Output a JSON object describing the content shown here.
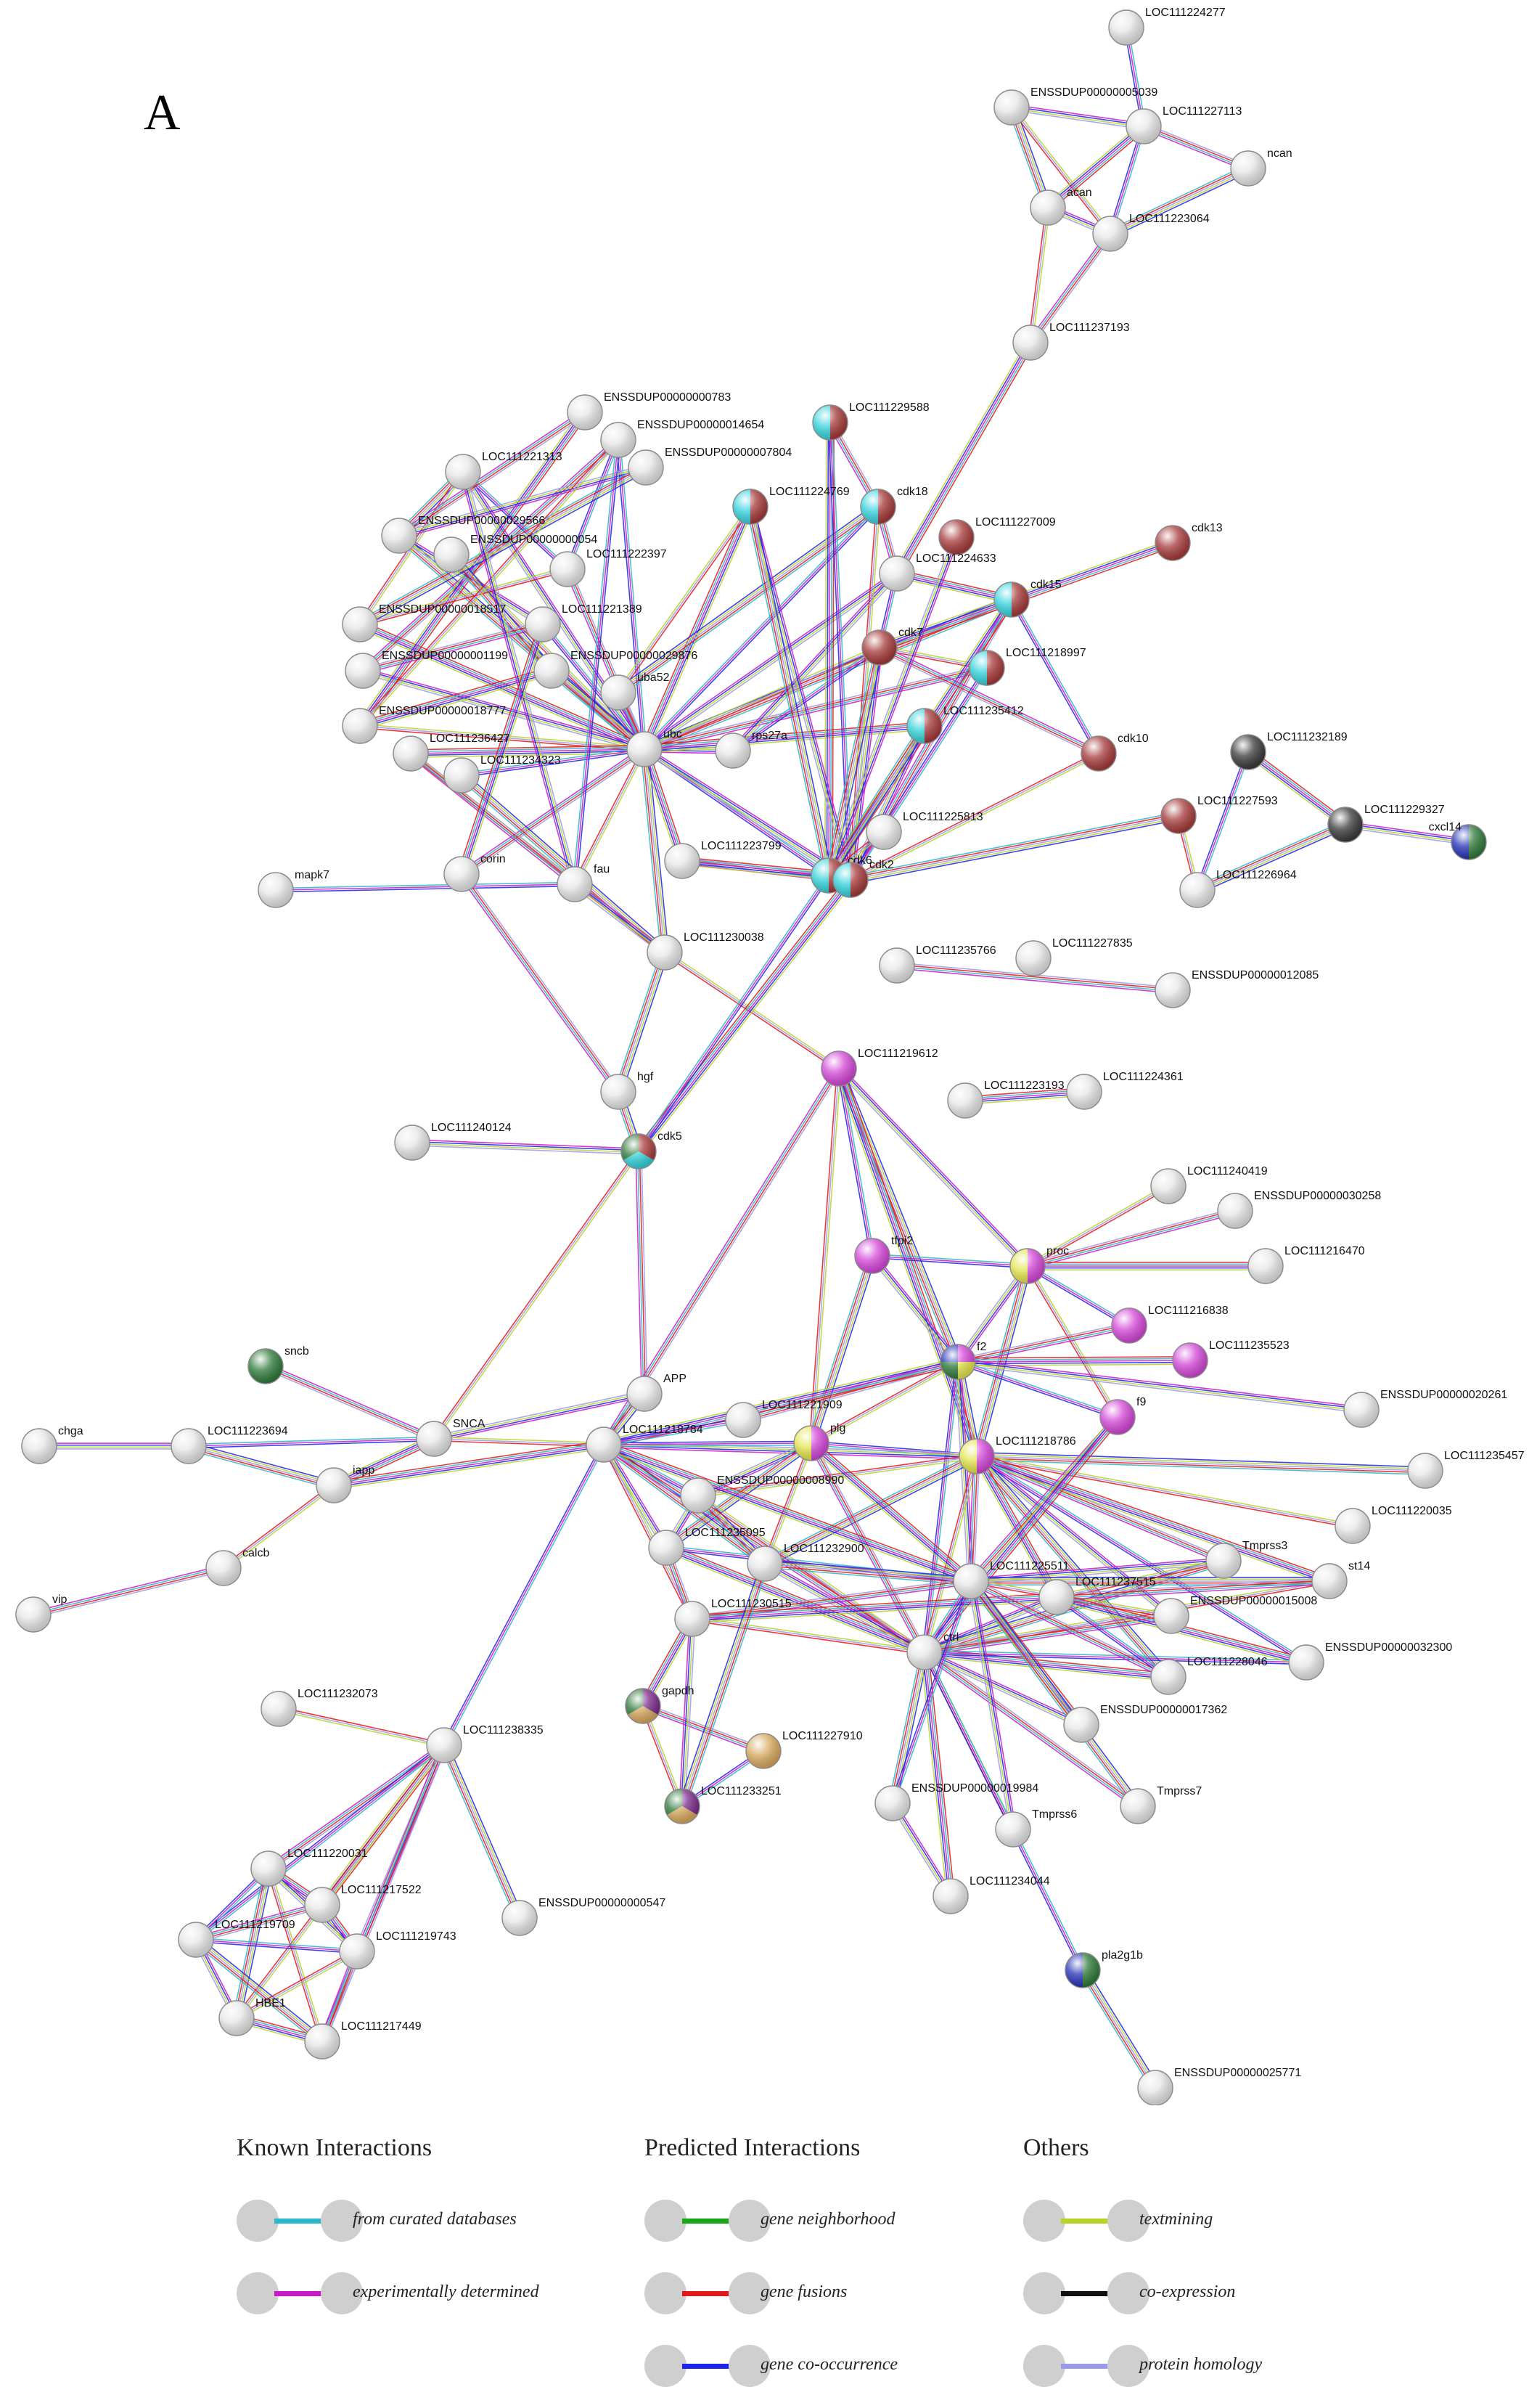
{
  "panel_label": "A",
  "colors": {
    "curated": "#2bb7c9",
    "experimental": "#c819c8",
    "neighborhood": "#18a518",
    "fusion": "#e3161a",
    "cooccurrence": "#1e22ea",
    "textmining": "#b8d22a",
    "coexpression": "#111111",
    "homology": "#9a9ae6",
    "node_default": "#e6e6e6",
    "node_red": "#a63a3a",
    "node_cyan": "#35d3dc",
    "node_magenta": "#d447d8",
    "node_yellow": "#e3e54d",
    "node_green": "#2f7a3a",
    "node_dark": "#3a3a3a",
    "node_blue": "#2632b8",
    "node_tan": "#d9a95e",
    "node_purple": "#7a2a8a"
  },
  "nodes": [
    {
      "id": "LOC111224277",
      "label": "LOC111224277"
    },
    {
      "id": "ENSSDUP00000005039",
      "label": "ENSSDUP00000005039"
    },
    {
      "id": "LOC111227113",
      "label": "LOC111227113"
    },
    {
      "id": "ncan",
      "label": "ncan"
    },
    {
      "id": "acan",
      "label": "acan"
    },
    {
      "id": "LOC111223064",
      "label": "LOC111223064"
    },
    {
      "id": "LOC111237193",
      "label": "LOC111237193"
    },
    {
      "id": "ENSSDUP00000000783",
      "label": "ENSSDUP00000000783"
    },
    {
      "id": "ENSSDUP00000014654",
      "label": "ENSSDUP00000014654"
    },
    {
      "id": "ENSSDUP00000007804",
      "label": "ENSSDUP00000007804"
    },
    {
      "id": "LOC111221313",
      "label": "LOC111221313"
    },
    {
      "id": "ENSSDUP00000029566",
      "label": "ENSSDUP00000029566"
    },
    {
      "id": "ENSSDUP00000000054",
      "label": "ENSSDUP00000000054"
    },
    {
      "id": "LOC111222397",
      "label": "LOC111222397"
    },
    {
      "id": "ENSSDUP00000018517",
      "label": "ENSSDUP00000018517"
    },
    {
      "id": "LOC111221389",
      "label": "LOC111221389"
    },
    {
      "id": "ENSSDUP00000001199",
      "label": "ENSSDUP00000001199"
    },
    {
      "id": "ENSSDUP00000029876",
      "label": "ENSSDUP00000029876"
    },
    {
      "id": "ENSSDUP00000018777",
      "label": "ENSSDUP00000018777"
    },
    {
      "id": "uba52",
      "label": "uba52"
    },
    {
      "id": "ubc",
      "label": "ubc"
    },
    {
      "id": "LOC111236427",
      "label": "LOC111236427"
    },
    {
      "id": "LOC111234323",
      "label": "LOC111234323"
    },
    {
      "id": "rps27a",
      "label": "rps27a"
    },
    {
      "id": "LOC111229588",
      "label": "LOC111229588"
    },
    {
      "id": "LOC111224769",
      "label": "LOC111224769"
    },
    {
      "id": "cdk18",
      "label": "cdk18"
    },
    {
      "id": "LOC111227009",
      "label": "LOC111227009"
    },
    {
      "id": "LOC111224633",
      "label": "LOC111224633"
    },
    {
      "id": "cdk13",
      "label": "cdk13"
    },
    {
      "id": "cdk15",
      "label": "cdk15"
    },
    {
      "id": "cdk7",
      "label": "cdk7"
    },
    {
      "id": "LOC111218997",
      "label": "LOC111218997"
    },
    {
      "id": "LOC111235412",
      "label": "LOC111235412"
    },
    {
      "id": "cdk10",
      "label": "cdk10"
    },
    {
      "id": "LOC111232189",
      "label": "LOC111232189"
    },
    {
      "id": "LOC111227593",
      "label": "LOC111227593"
    },
    {
      "id": "LOC111229327",
      "label": "LOC111229327"
    },
    {
      "id": "cxcl14",
      "label": "cxcl14"
    },
    {
      "id": "LOC111226964",
      "label": "LOC111226964"
    },
    {
      "id": "LOC111225813",
      "label": "LOC111225813"
    },
    {
      "id": "LOC111223799",
      "label": "LOC111223799"
    },
    {
      "id": "cdk6",
      "label": "cdk6"
    },
    {
      "id": "cdk2",
      "label": "cdk2"
    },
    {
      "id": "mapk7",
      "label": "mapk7"
    },
    {
      "id": "corin",
      "label": "corin"
    },
    {
      "id": "fau",
      "label": "fau"
    },
    {
      "id": "LOC111230038",
      "label": "LOC111230038"
    },
    {
      "id": "LOC111235766",
      "label": "LOC111235766"
    },
    {
      "id": "LOC111227835",
      "label": "LOC111227835"
    },
    {
      "id": "ENSSDUP00000012085",
      "label": "ENSSDUP00000012085"
    },
    {
      "id": "LOC111219612",
      "label": "LOC111219612"
    },
    {
      "id": "LOC111223193",
      "label": "LOC111223193"
    },
    {
      "id": "LOC111224361",
      "label": "LOC111224361"
    },
    {
      "id": "hgf",
      "label": "hgf"
    },
    {
      "id": "LOC111240124",
      "label": "LOC111240124"
    },
    {
      "id": "cdk5",
      "label": "cdk5"
    },
    {
      "id": "LOC111240419",
      "label": "LOC111240419"
    },
    {
      "id": "ENSSDUP00000030258",
      "label": "ENSSDUP00000030258"
    },
    {
      "id": "tfpi2",
      "label": "tfpi2"
    },
    {
      "id": "proc",
      "label": "proc"
    },
    {
      "id": "LOC111216470",
      "label": "LOC111216470"
    },
    {
      "id": "LOC111216838",
      "label": "LOC111216838"
    },
    {
      "id": "LOC111235523",
      "label": "LOC111235523"
    },
    {
      "id": "f2",
      "label": "f2"
    },
    {
      "id": "f9",
      "label": "f9"
    },
    {
      "id": "ENSSDUP00000020261",
      "label": "ENSSDUP00000020261"
    },
    {
      "id": "sncb",
      "label": "sncb"
    },
    {
      "id": "chga",
      "label": "chga"
    },
    {
      "id": "LOC111223694",
      "label": "LOC111223694"
    },
    {
      "id": "SNCA",
      "label": "SNCA"
    },
    {
      "id": "APP",
      "label": "APP"
    },
    {
      "id": "LOC111218784",
      "label": "LOC111218784"
    },
    {
      "id": "LOC111221909",
      "label": "LOC111221909"
    },
    {
      "id": "plg",
      "label": "plg"
    },
    {
      "id": "LOC111218786",
      "label": "LOC111218786"
    },
    {
      "id": "LOC111235457",
      "label": "LOC111235457"
    },
    {
      "id": "iapp",
      "label": "iapp"
    },
    {
      "id": "ENSSDUP00000008990",
      "label": "ENSSDUP00000008990"
    },
    {
      "id": "LOC111220035",
      "label": "LOC111220035"
    },
    {
      "id": "calcb",
      "label": "calcb"
    },
    {
      "id": "LOC111235095",
      "label": "LOC111235095"
    },
    {
      "id": "LOC111232900",
      "label": "LOC111232900"
    },
    {
      "id": "Tmprss3",
      "label": "Tmprss3"
    },
    {
      "id": "LOC111225511",
      "label": "LOC111225511"
    },
    {
      "id": "LOC111237515",
      "label": "LOC111237515"
    },
    {
      "id": "st14",
      "label": "st14"
    },
    {
      "id": "vip",
      "label": "vip"
    },
    {
      "id": "LOC111230515",
      "label": "LOC111230515"
    },
    {
      "id": "ENSSDUP00000015008",
      "label": "ENSSDUP00000015008"
    },
    {
      "id": "ctrl",
      "label": "ctrl"
    },
    {
      "id": "ENSSDUP00000032300",
      "label": "ENSSDUP00000032300"
    },
    {
      "id": "LOC111228046",
      "label": "LOC111228046"
    },
    {
      "id": "LOC111232073",
      "label": "LOC111232073"
    },
    {
      "id": "gapdh",
      "label": "gapdh"
    },
    {
      "id": "LOC111238335",
      "label": "LOC111238335"
    },
    {
      "id": "ENSSDUP00000017362",
      "label": "ENSSDUP00000017362"
    },
    {
      "id": "LOC111227910",
      "label": "LOC111227910"
    },
    {
      "id": "LOC111233251",
      "label": "LOC111233251"
    },
    {
      "id": "ENSSDUP00000019984",
      "label": "ENSSDUP00000019984"
    },
    {
      "id": "Tmprss7",
      "label": "Tmprss7"
    },
    {
      "id": "Tmprss6",
      "label": "Tmprss6"
    },
    {
      "id": "LOC111220031",
      "label": "LOC111220031"
    },
    {
      "id": "LOC111217522",
      "label": "LOC111217522"
    },
    {
      "id": "LOC111234044",
      "label": "LOC111234044"
    },
    {
      "id": "LOC111219709",
      "label": "LOC111219709"
    },
    {
      "id": "LOC111219743",
      "label": "LOC111219743"
    },
    {
      "id": "ENSSDUP00000000547",
      "label": "ENSSDUP00000000547"
    },
    {
      "id": "pla2g1b",
      "label": "pla2g1b"
    },
    {
      "id": "HBE1",
      "label": "HBE1"
    },
    {
      "id": "LOC111217449",
      "label": "LOC111217449"
    },
    {
      "id": "ENSSDUP00000025771",
      "label": "ENSSDUP00000025771"
    }
  ],
  "legend": {
    "known": {
      "title": "Known Interactions",
      "items": [
        {
          "label": "from curated databases",
          "color": "#2bb7c9"
        },
        {
          "label": "experimentally determined",
          "color": "#c819c8"
        }
      ]
    },
    "predicted": {
      "title": "Predicted Interactions",
      "items": [
        {
          "label": "gene neighborhood",
          "color": "#18a518"
        },
        {
          "label": "gene fusions",
          "color": "#e3161a"
        },
        {
          "label": "gene co-occurrence",
          "color": "#1e22ea"
        }
      ]
    },
    "others": {
      "title": "Others",
      "items": [
        {
          "label": "textmining",
          "color": "#b8d22a"
        },
        {
          "label": "co-expression",
          "color": "#111111"
        },
        {
          "label": "protein homology",
          "color": "#9a9ae6"
        }
      ]
    }
  }
}
